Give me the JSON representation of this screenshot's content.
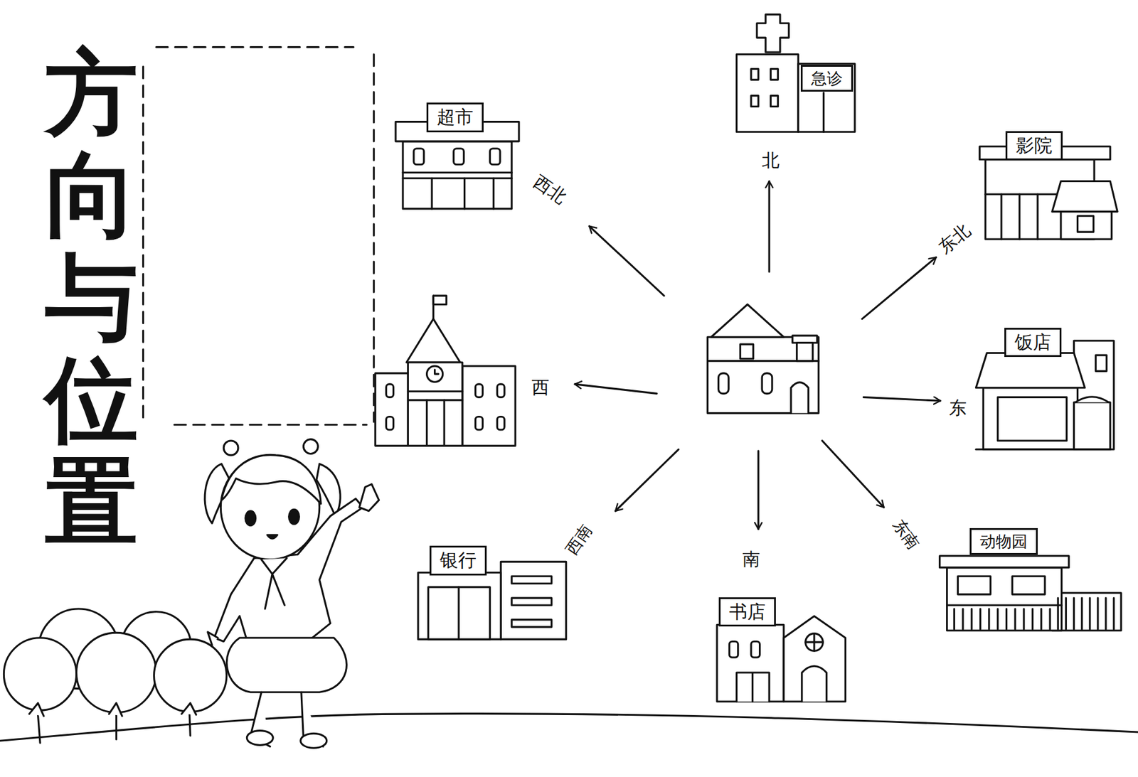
{
  "diagram": {
    "title": "方向与位置",
    "nodes": [
      {
        "text": [
          "超市"
        ]
      },
      {
        "text": [
          "急诊"
        ]
      },
      {
        "text": [
          "影院"
        ]
      },
      {
        "text": [
          "饭店"
        ]
      },
      {
        "text": [
          "动物园"
        ]
      },
      {
        "text": [
          "书店"
        ]
      },
      {
        "text": [
          "银行"
        ]
      }
    ],
    "labels": [
      "西北",
      "北",
      "东北",
      "西",
      "东",
      "西南",
      "南",
      "东南"
    ]
  }
}
